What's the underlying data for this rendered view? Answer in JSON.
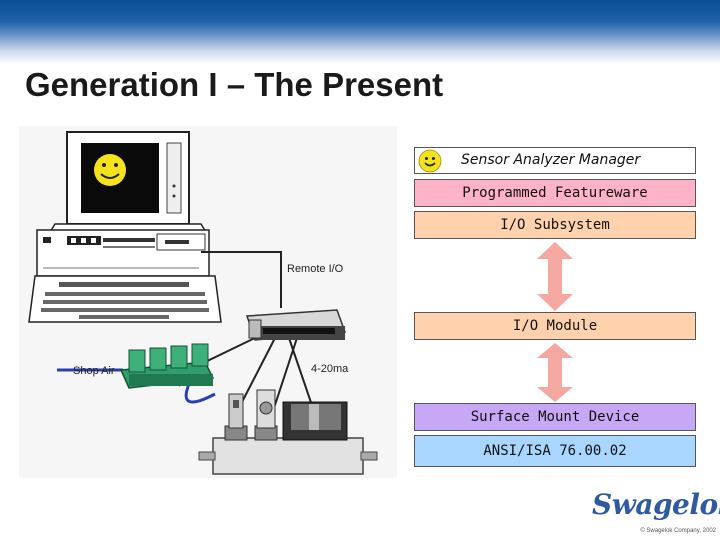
{
  "title": "Generation I – The Present",
  "illustration": {
    "label_remote_io": "Remote I/O",
    "label_shop_air": "Shop Air",
    "label_current": "4-20ma"
  },
  "stack": {
    "sensor_analyzer_manager": "Sensor Analyzer Manager",
    "programmed_featureware": "Programmed Featureware",
    "io_subsystem": "I/O Subsystem",
    "io_module": "I/O Module",
    "surface_mount_device": "Surface Mount Device",
    "ansi_isa": "ANSI/ISA 76.00.02"
  },
  "footer": {
    "logo": "Swagelok",
    "copyright": "© Swagelok Company, 2002"
  },
  "colors": {
    "banner": "#0b4f98",
    "programmed_featureware": "#ffb3c8",
    "io": "#ffd2ad",
    "surface_mount": "#c7a8f7",
    "ansi": "#a8d6ff",
    "arrow": "#f5a8a0",
    "logo": "#2f5aa0"
  }
}
